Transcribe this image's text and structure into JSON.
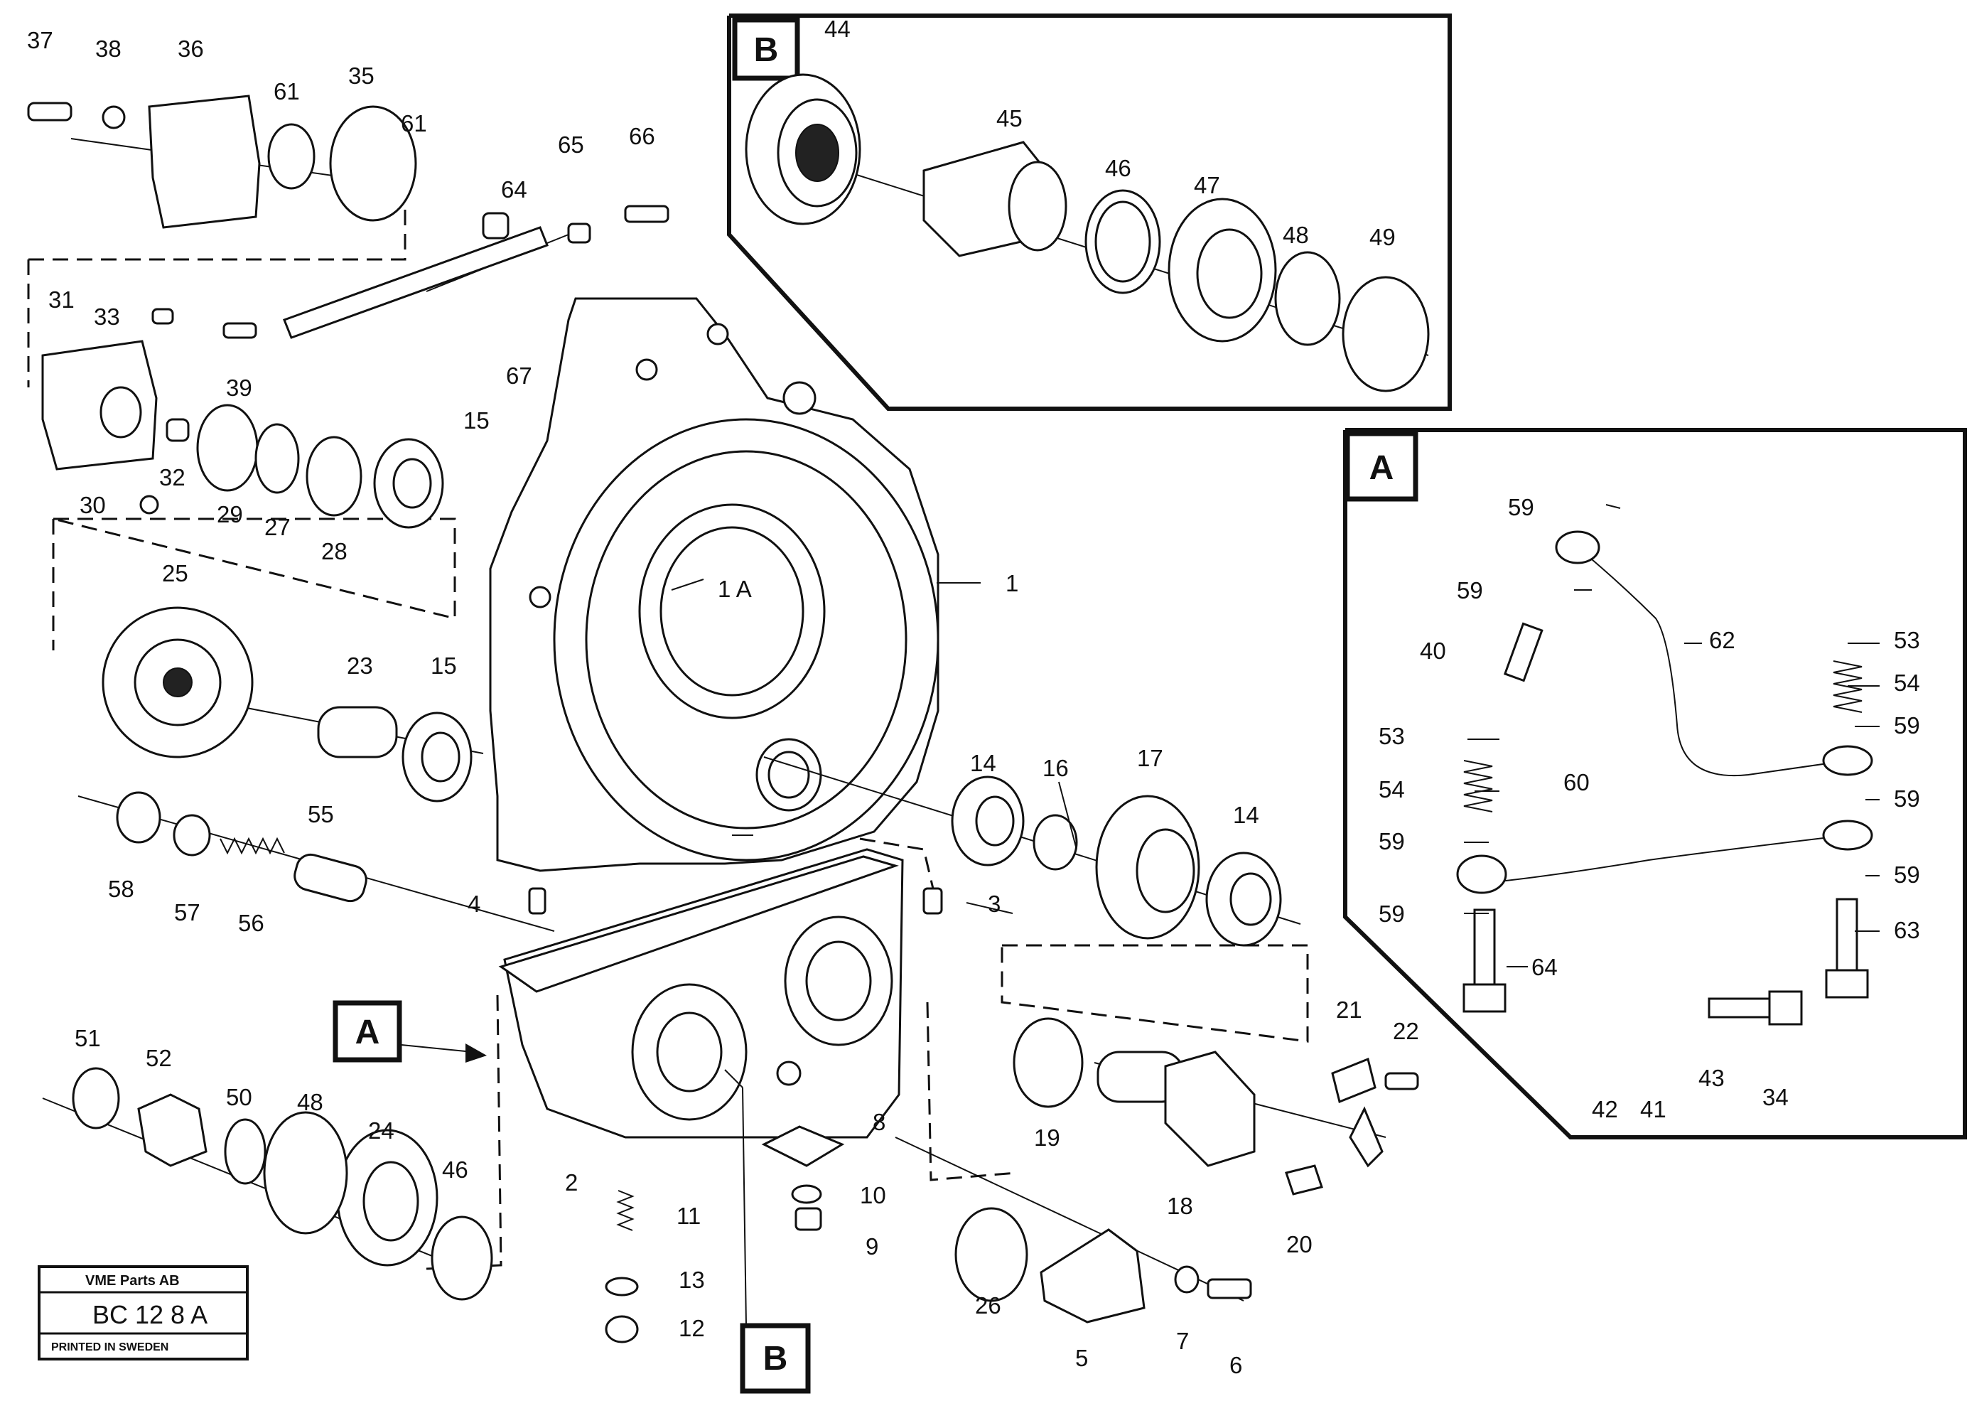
{
  "stamp": {
    "company": "VME Parts AB",
    "code": "BC 12 8  A",
    "printed": "PRINTED IN SWEDEN"
  },
  "detail_boxes": {
    "a": "A",
    "b": "B"
  },
  "callouts": {
    "c1": "1",
    "c1a": "1 A",
    "c2": "2",
    "c3": "3",
    "c4": "4",
    "c5": "5",
    "c6": "6",
    "c7": "7",
    "c8": "8",
    "c9": "9",
    "c10": "10",
    "c11": "11",
    "c12": "12",
    "c13": "13",
    "c14a": "14",
    "c14b": "14",
    "c15a": "15",
    "c15b": "15",
    "c16": "16",
    "c17": "17",
    "c18": "18",
    "c19": "19",
    "c20": "20",
    "c21": "21",
    "c22": "22",
    "c23": "23",
    "c24": "24",
    "c25": "25",
    "c26": "26",
    "c27": "27",
    "c28": "28",
    "c29": "29",
    "c30": "30",
    "c31": "31",
    "c32": "32",
    "c33": "33",
    "c34": "34",
    "c35": "35",
    "c36": "36",
    "c37": "37",
    "c38": "38",
    "c39": "39",
    "c40": "40",
    "c41": "41",
    "c42": "42",
    "c43": "43",
    "c44": "44",
    "c45": "45",
    "c46a": "46",
    "c46b": "46",
    "c47": "47",
    "c48a": "48",
    "c48b": "48",
    "c49": "49",
    "c50": "50",
    "c51": "51",
    "c52": "52",
    "c53a": "53",
    "c53b": "53",
    "c54a": "54",
    "c54b": "54",
    "c55": "55",
    "c56": "56",
    "c57": "57",
    "c58": "58",
    "c59a": "59",
    "c59b": "59",
    "c59c": "59",
    "c59d": "59",
    "c59e": "59",
    "c59f": "59",
    "c59g": "59",
    "c60": "60",
    "c61a": "61",
    "c61b": "61",
    "c62": "62",
    "c63": "63",
    "c64a": "64",
    "c64b": "64",
    "c65": "65",
    "c66": "66",
    "c67": "67"
  },
  "icons": [
    "gear-icon",
    "bearing-icon",
    "circlip-icon",
    "spring-icon",
    "bolt-icon",
    "housing-icon"
  ]
}
